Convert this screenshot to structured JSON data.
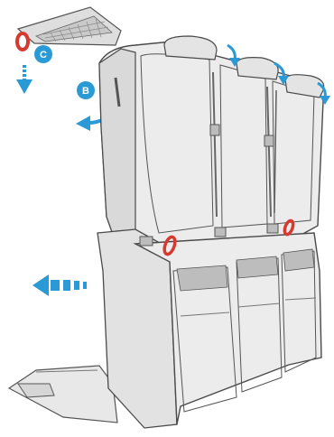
{
  "steps": [
    {
      "id": "B",
      "label": "B",
      "action": "pull-lever-tilt-backrest"
    },
    {
      "id": "C",
      "label": "C",
      "action": "pull-strap-release"
    }
  ],
  "icons": {
    "headrest_arrows": "curved-down-arrow",
    "backrest_arrow": "curved-left-arrow",
    "cushion_arrow": "dashed-left-arrow",
    "strap_arrow": "down-arrow"
  },
  "colors": {
    "seat_fill": "#ececec",
    "seat_stroke": "#4a4a4a",
    "accent_blue": "#2a9ad6",
    "release_red": "#d63a2f",
    "panel_grey": "#bdbdbd"
  }
}
